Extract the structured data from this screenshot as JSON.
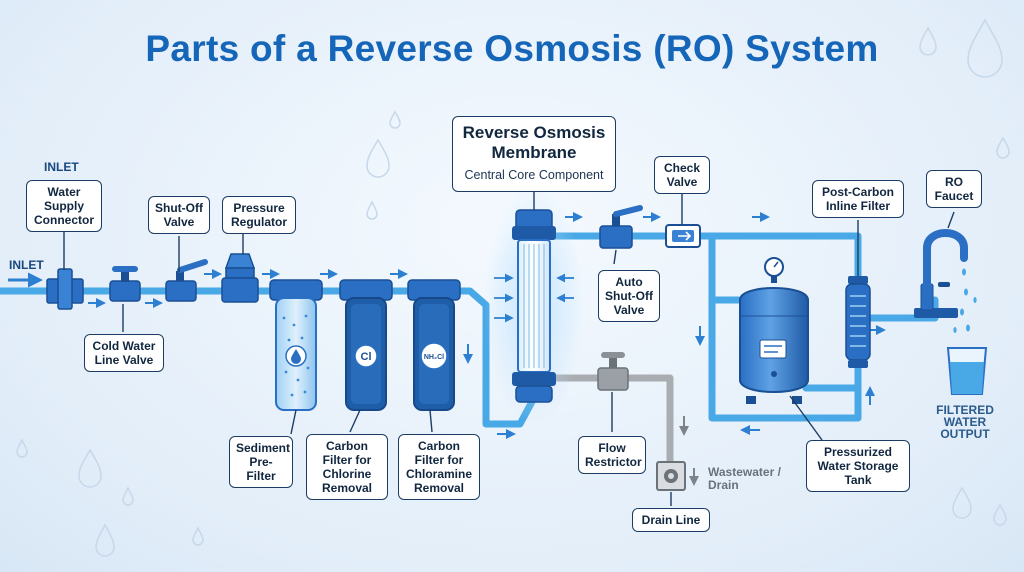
{
  "title": "Parts of a Reverse Osmosis (RO) System",
  "labels": {
    "inlet_heading": "INLET",
    "inlet_arrow": "INLET",
    "water_supply_connector": "Water Supply Connector",
    "cold_water_line_valve": "Cold Water Line Valve",
    "shut_off_valve": "Shut-Off Valve",
    "pressure_regulator": "Pressure Regulator",
    "sediment_pre_filter": "Sediment Pre-Filter",
    "carbon_filter_chlorine": "Carbon Filter for Chlorine Removal",
    "carbon_filter_chloramine": "Carbon Filter for Chloramine Removal",
    "ro_membrane": "Reverse Osmosis Membrane",
    "ro_membrane_sub": "Central Core Component",
    "check_valve": "Check Valve",
    "auto_shut_off_valve": "Auto Shut-Off Valve",
    "flow_restrictor": "Flow Restrictor",
    "wastewater_drain": "Wastewater / Drain",
    "drain_line": "Drain Line",
    "post_carbon_filter": "Post-Carbon Inline Filter",
    "pressurized_tank": "Pressurized Water Storage Tank",
    "ro_faucet": "RO Faucet",
    "filtered_output": "FILTERED WATER OUTPUT"
  },
  "filter_symbols": {
    "chlorine": "Cl",
    "chloramine": "NH₂Cl"
  },
  "colors": {
    "title": "#1565b8",
    "pipe": "#49a8e6",
    "component": "#2a6fc4",
    "component_dark": "#1a4f94",
    "drain_pipe": "#a9adb1",
    "label_border": "#1c3d63"
  }
}
